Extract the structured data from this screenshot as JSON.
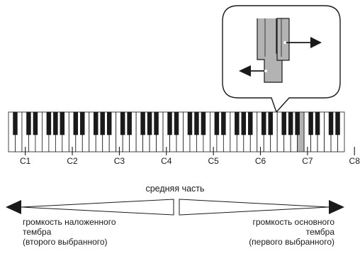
{
  "keyboard": {
    "octave_labels": [
      "C1",
      "C2",
      "C3",
      "C4",
      "C5",
      "C6",
      "C7",
      "C8"
    ],
    "white_key_count": 50,
    "split_key_highlight": "gray"
  },
  "balance": {
    "middle_label": "средняя часть",
    "left_label": [
      "громкость наложенного",
      "тембра",
      "(второго выбранного)"
    ],
    "right_label": [
      "громкость основного",
      "тембра",
      "(первого выбранного)"
    ]
  },
  "colors": {
    "ink": "#1a1a1a",
    "highlight": "#b3b3b3",
    "callout_bg": "#ffffff"
  }
}
